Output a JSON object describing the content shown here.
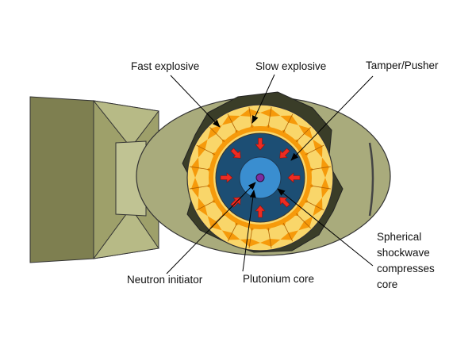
{
  "labels": {
    "fast_explosive": "Fast explosive",
    "slow_explosive": "Slow explosive",
    "tamper_pusher": "Tamper/Pusher",
    "neutron_initiator": "Neutron initiator",
    "plutonium_core": "Plutonium core",
    "shockwave_line1": "Spherical",
    "shockwave_line2": "shockwave",
    "shockwave_line3": "compresses",
    "shockwave_line4": "core"
  },
  "colors": {
    "casing": "#a9ab7c",
    "casing_dark": "#7e7f50",
    "fin_light": "#c0c393",
    "outline": "#333333",
    "fast_explosive": "#f9d66a",
    "slow_explosive": "#f69a0b",
    "tamper": "#1c4e74",
    "core": "#3a8ed0",
    "initiator": "#7b2ca0",
    "arrow": "#ee2b21"
  }
}
